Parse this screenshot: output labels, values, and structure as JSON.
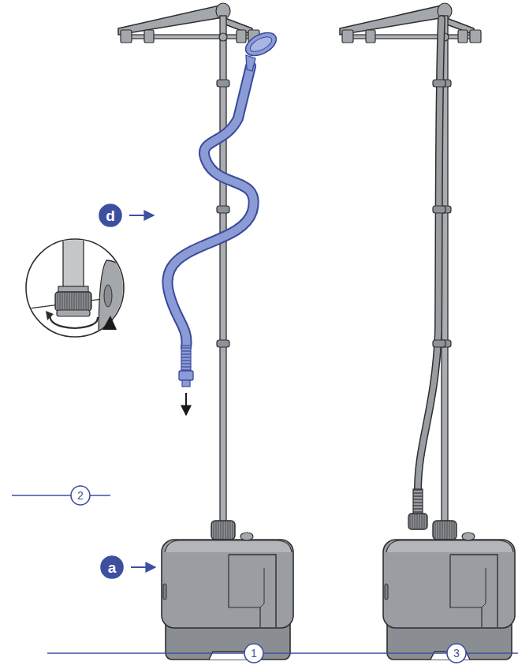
{
  "diagram": {
    "nodes": [
      {
        "text": [
          "d"
        ]
      },
      {
        "text": [
          "2"
        ]
      },
      {
        "text": [
          "a"
        ]
      },
      {
        "text": [
          "1"
        ]
      },
      {
        "text": [
          "3"
        ]
      }
    ]
  }
}
